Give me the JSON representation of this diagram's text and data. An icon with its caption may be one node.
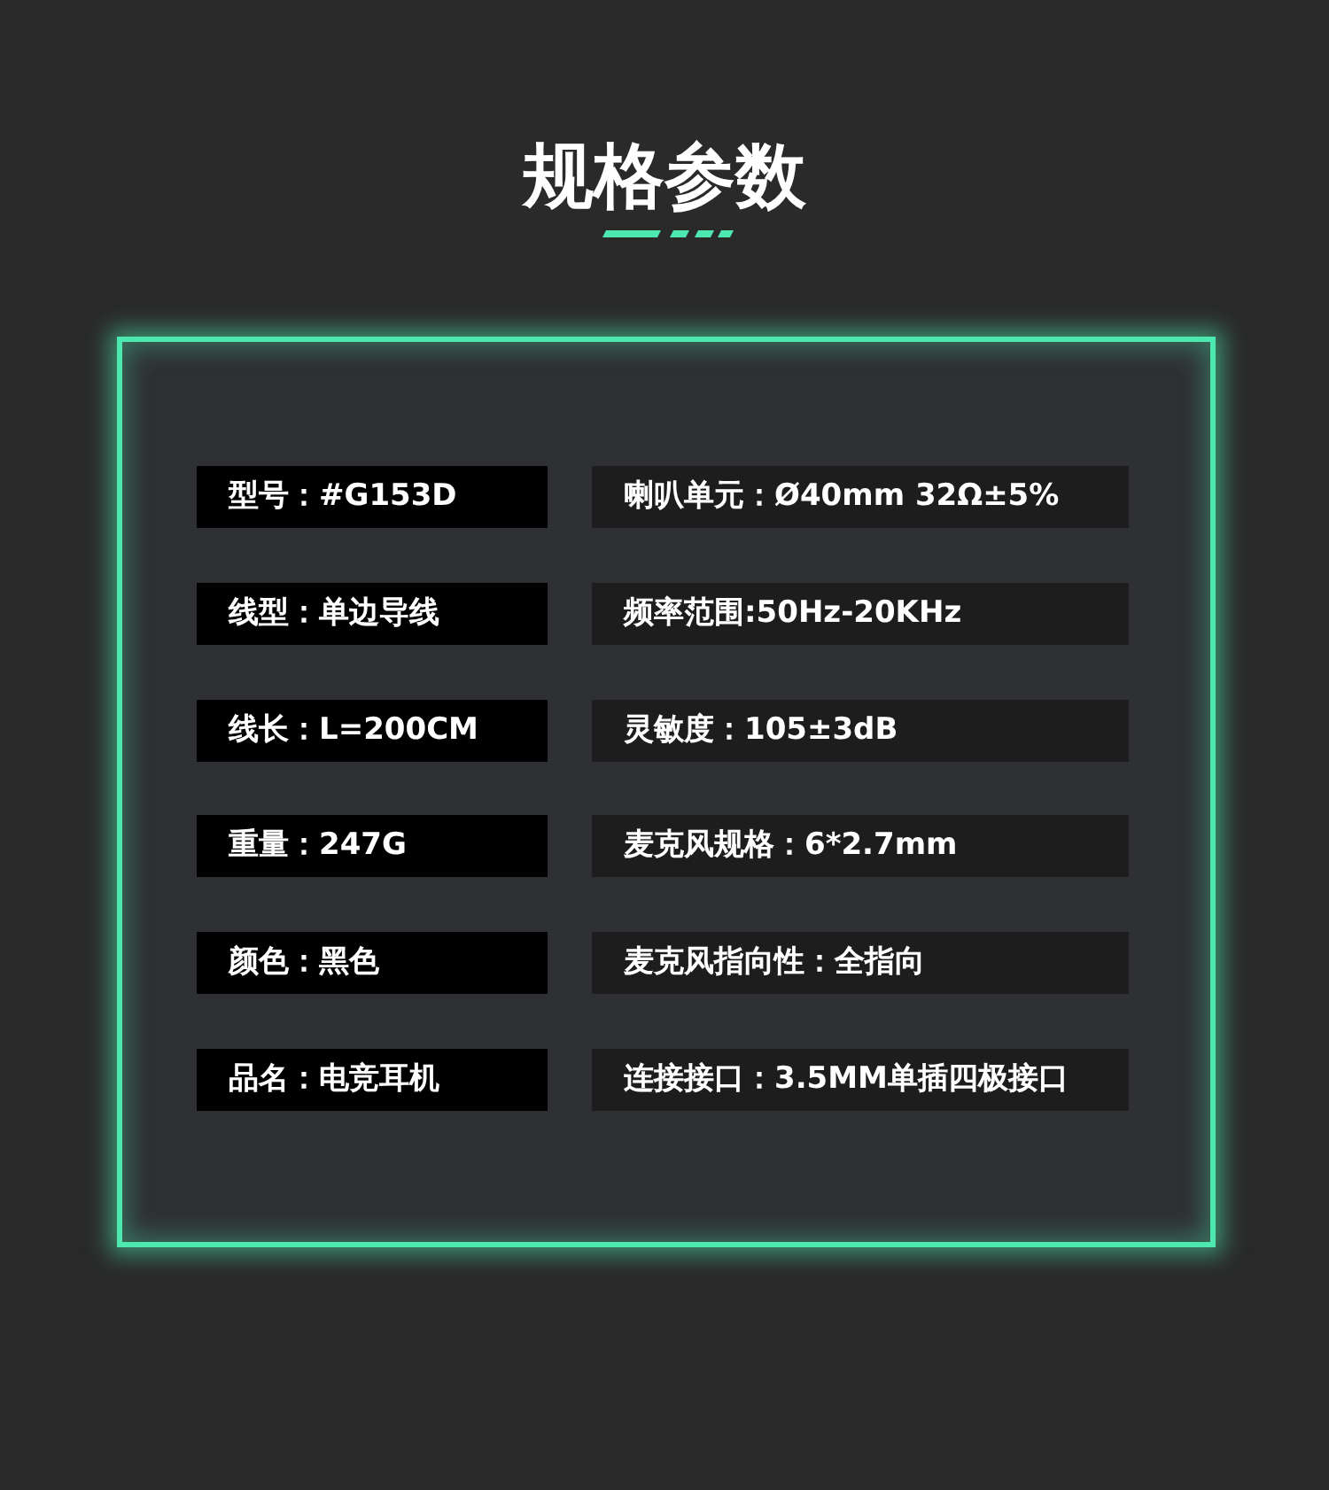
{
  "diagram": {
    "title": "规格参数",
    "nodes": [
      {
        "text": [
          "型号：#G153D"
        ]
      },
      {
        "text": [
          "喇叭单元：Ø40mm 32Ω±5%"
        ]
      },
      {
        "text": [
          "线型：单边导线"
        ]
      },
      {
        "text": [
          "频率范围:50Hz-20KHz"
        ]
      },
      {
        "text": [
          "线长：L=200CM"
        ]
      },
      {
        "text": [
          "灵敏度：105±3dB"
        ]
      },
      {
        "text": [
          "重量：247G"
        ]
      },
      {
        "text": [
          "麦克风规格：6*2.7mm"
        ]
      },
      {
        "text": [
          "颜色：黑色"
        ]
      },
      {
        "text": [
          "麦克风指向性：全指向"
        ]
      },
      {
        "text": [
          "品名：电竞耳机"
        ]
      },
      {
        "text": [
          "连接接口：3.5MM单插四极接口"
        ]
      }
    ]
  }
}
